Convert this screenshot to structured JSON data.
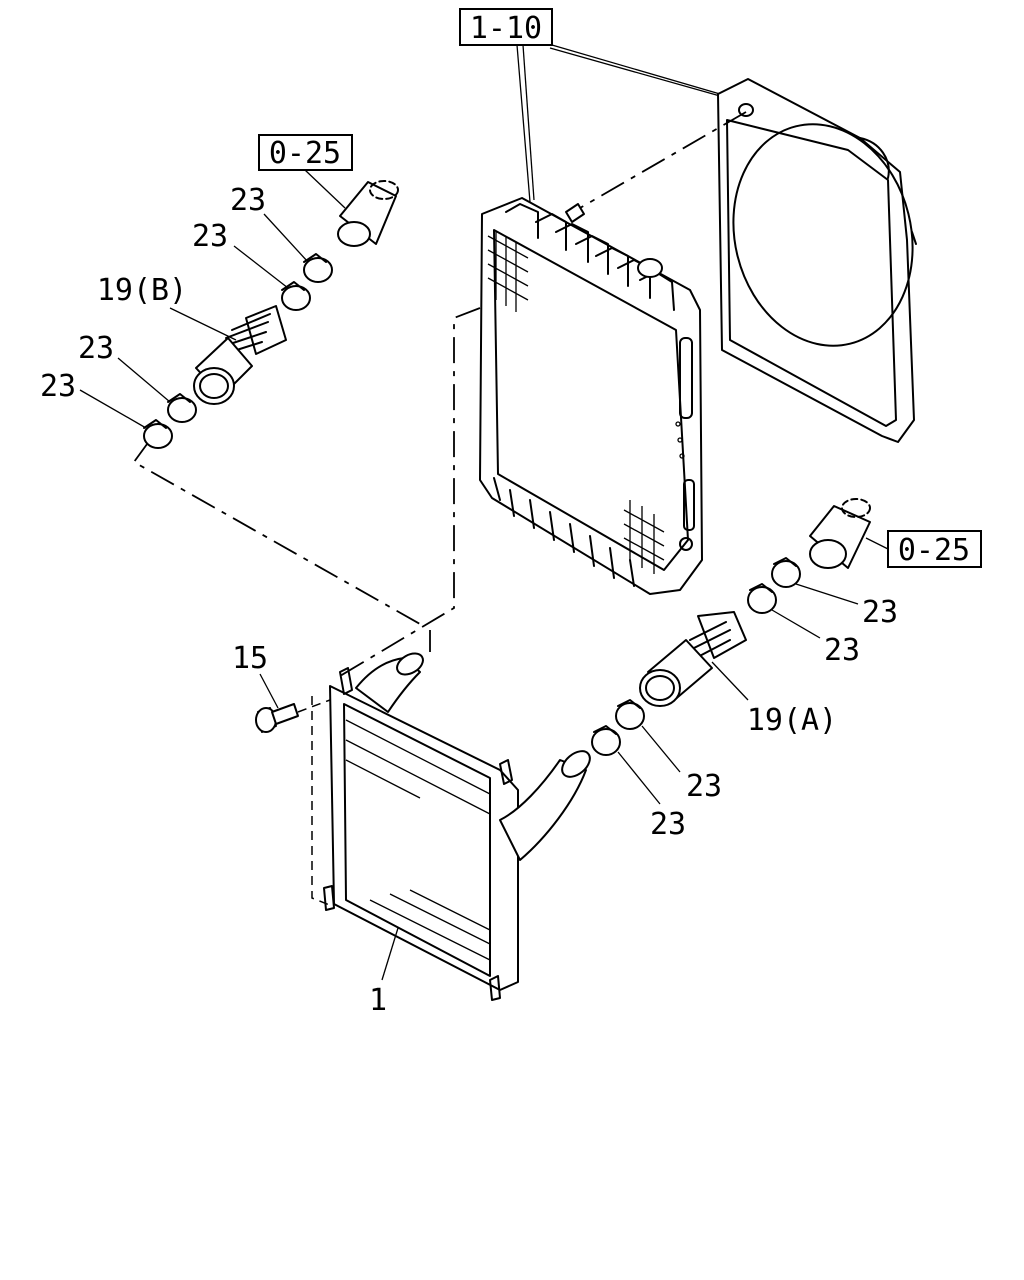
{
  "references": {
    "radiator_group": "1-10",
    "pipe_group_left": "0-25",
    "pipe_group_right": "0-25"
  },
  "callouts": {
    "intercooler": "1",
    "bolt": "15",
    "hose_a": "19(A)",
    "hose_b": "19(B)",
    "clamp_upper_1": "23",
    "clamp_upper_2": "23",
    "clamp_left_1": "23",
    "clamp_left_2": "23",
    "clamp_right_1": "23",
    "clamp_right_2": "23",
    "clamp_lower_1": "23",
    "clamp_lower_2": "23"
  }
}
